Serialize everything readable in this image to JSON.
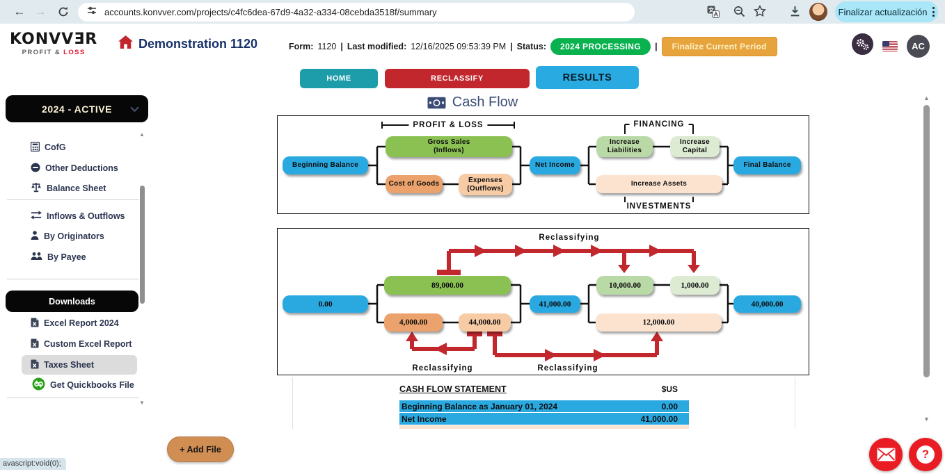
{
  "browser": {
    "url": "accounts.konvver.com/projects/c4fc6dea-67d9-4a32-a334-08cebda3518f/summary",
    "update_button_label": "Finalizar actualización"
  },
  "header": {
    "logo_text": "KONVVƎR",
    "logo_sub_gray": "PROFIT & ",
    "logo_sub_red": "LOSS",
    "project_title": "Demonstration 1120",
    "form_label": "Form:",
    "form_value": "1120",
    "sep": "|",
    "modified_label": "Last modified:",
    "modified_value": "12/16/2025 09:53:39 PM",
    "status_label": "Status:",
    "status_badge": "2024 PROCESSING",
    "finalize_button": "Finalize Current Period",
    "avatar_initials": "AC"
  },
  "tabs": {
    "home": "HOME",
    "reclassify": "RECLASSIFY",
    "results": "RESULTS"
  },
  "sidebar": {
    "period_selector": "2024 - ACTIVE",
    "items": [
      {
        "label": "CofG",
        "icon": "calculator-icon"
      },
      {
        "label": "Other Deductions",
        "icon": "minus-circle-icon"
      },
      {
        "label": "Balance Sheet",
        "icon": "scales-icon"
      },
      {
        "label": "Inflows & Outflows",
        "icon": "swap-arrows-icon"
      },
      {
        "label": "By Originators",
        "icon": "person-icon"
      },
      {
        "label": "By Payee",
        "icon": "people-icon"
      }
    ],
    "downloads_header": "Downloads",
    "downloads": [
      {
        "label": "Excel Report 2024",
        "icon": "excel-file-icon"
      },
      {
        "label": "Custom Excel Report",
        "icon": "excel-file-icon"
      },
      {
        "label": "Taxes Sheet",
        "icon": "excel-file-icon",
        "selected": true
      },
      {
        "label": "Get Quickbooks File",
        "icon": "quickbooks-icon"
      }
    ]
  },
  "main": {
    "page_title": "Cash Flow",
    "flow_labels": {
      "profit_loss": "PROFIT & LOSS",
      "financing": "FINANCING",
      "investments": "INVESTMENTS",
      "reclassifying": "Reclassifying"
    },
    "flow_nodes": {
      "beginning_balance": "Beginning Balance",
      "gross_sales_line1": "Gross Sales",
      "gross_sales_line2": "(Inflows)",
      "cost_of_goods": "Cost of Goods",
      "expenses_line1": "Expenses",
      "expenses_line2": "(Outflows)",
      "net_income": "Net Income",
      "increase_liabilities_line1": "Increase",
      "increase_liabilities_line2": "Liabilities",
      "increase_capital_line1": "Increase",
      "increase_capital_line2": "Capital",
      "increase_assets": "Increase Assets",
      "final_balance": "Final Balance"
    },
    "flow_values": {
      "beginning_balance": "0.00",
      "gross_sales": "89,000.00",
      "cost_of_goods": "4,000.00",
      "expenses": "44,000.00",
      "net_income": "41,000.00",
      "increase_liabilities": "10,000.00",
      "increase_capital": "1,000.00",
      "increase_assets": "12,000.00",
      "final_balance": "40,000.00"
    },
    "statement": {
      "title": "CASH FLOW STATEMENT",
      "currency": "$US",
      "rows": [
        {
          "label": "Beginning Balance as January 01, 2024",
          "value": "0.00"
        },
        {
          "label": "Net Income",
          "value": "41,000.00"
        }
      ]
    }
  },
  "footer": {
    "add_file_button": "+ Add File",
    "help_glyph": "?",
    "status_tooltip": "avascript:void(0);"
  },
  "colors": {
    "accent_blue": "#2aa9e1",
    "accent_green": "#8bc152",
    "accent_orange": "#eca26c",
    "accent_peach": "#f7cba4",
    "light_green": "#b9d9a6",
    "lighter_green": "#dcebd2",
    "light_peach": "#fce3d0",
    "arrow_red": "#c1272d",
    "status_green": "#09b24f",
    "finalize_orange": "#e7a33c"
  }
}
